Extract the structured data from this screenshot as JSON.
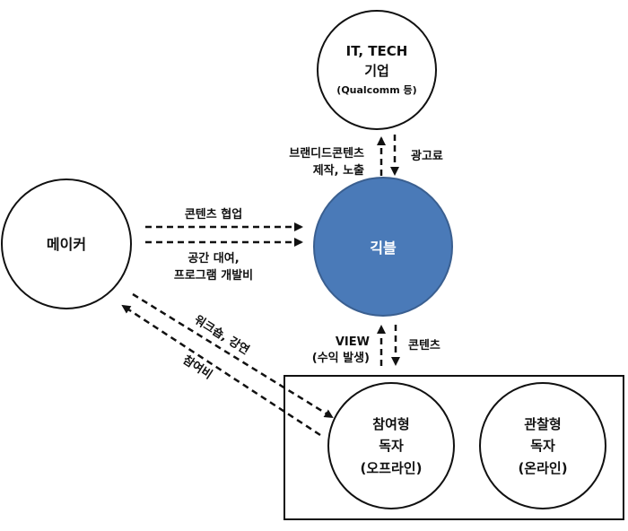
{
  "nodes": {
    "tech": {
      "line1": "IT, TECH",
      "line2": "기업",
      "line3": "(Qualcomm 등)"
    },
    "maker": {
      "label": "메이커"
    },
    "geekble": {
      "label": "긱블",
      "fill": "#4a7ab8"
    },
    "participant": {
      "line1": "참여형",
      "line2": "독자",
      "line3": "(오프라인)"
    },
    "observer": {
      "line1": "관찰형",
      "line2": "독자",
      "line3": "(온라인)"
    }
  },
  "edges": {
    "branded_line1": "브랜디드콘텐츠",
    "branded_line2": "제작, 노출",
    "ad_fee": "광고료",
    "content_collab": "콘텐츠 협업",
    "space_line1": "공간 대여,",
    "space_line2": "프로그램 개발비",
    "workshop": "워크숍, 강연",
    "participation_fee": "참여비",
    "view_line1": "VIEW",
    "view_line2": "(수익 발생)",
    "contents": "콘텐츠"
  }
}
